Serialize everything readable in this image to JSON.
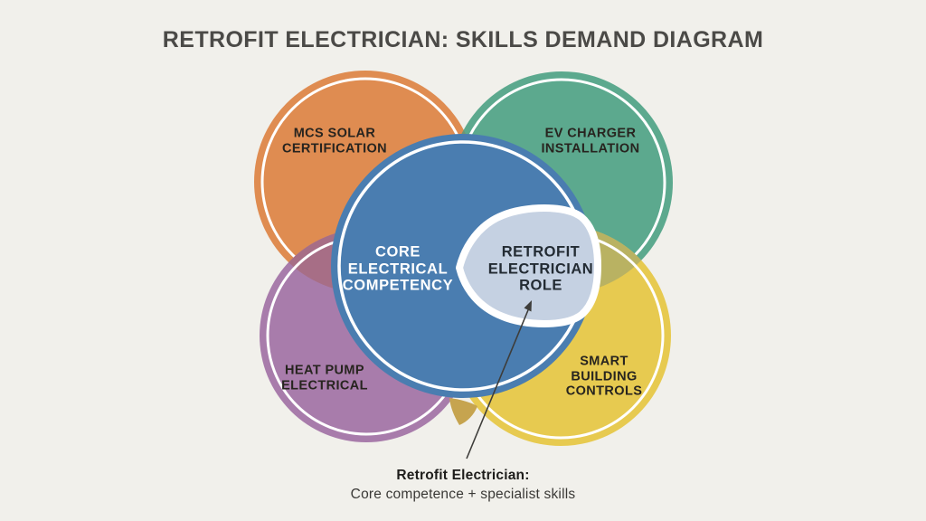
{
  "title": "RETROFIT ELECTRICIAN: SKILLS DEMAND DIAGRAM",
  "colors": {
    "background": "#F1F0EB",
    "ring": "#FFFFFF",
    "label_text": "#27241F",
    "arrow": "#3E3D3A"
  },
  "circles": [
    {
      "id": "mcs-solar",
      "lines": [
        "MCS SOLAR",
        "CERTIFICATION"
      ],
      "color": "#DF8C51"
    },
    {
      "id": "ev-charger",
      "lines": [
        "EV CHARGER",
        "INSTALLATION"
      ],
      "color": "#5CA98E"
    },
    {
      "id": "heat-pump",
      "lines": [
        "HEAT PUMP",
        "ELECTRICAL"
      ],
      "color": "#A87CAB"
    },
    {
      "id": "smart-building",
      "lines": [
        "SMART",
        "BUILDING",
        "CONTROLS"
      ],
      "color": "#E7CA50"
    },
    {
      "id": "core",
      "lines": [
        "CORE",
        "ELECTRICAL",
        "COMPETENCY"
      ],
      "color": "#4A7DB0"
    }
  ],
  "overlap_colors": {
    "orange_green": "#6F9573",
    "orange_purple": "#A76E86",
    "green_yellow": "#B9B262",
    "shadow_gold": "#C6A44F"
  },
  "center_role": {
    "lines": [
      "RETROFIT",
      "ELECTRICIAN",
      "ROLE"
    ],
    "fill": "#C5D1E2",
    "border": "#FFFFFF"
  },
  "caption": {
    "heading": "Retrofit Electrician:",
    "body": "Core competence + specialist skills"
  }
}
